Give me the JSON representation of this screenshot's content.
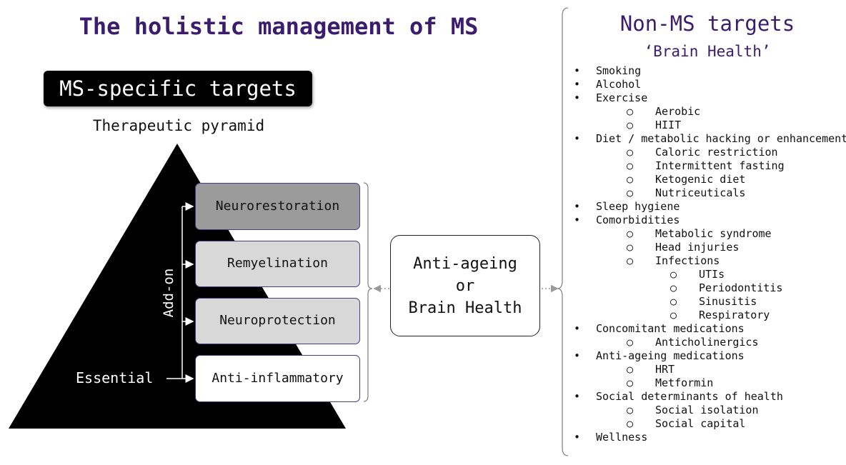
{
  "title": "The holistic management of MS",
  "ms_specific": {
    "label": "MS-specific targets",
    "pyramid_caption": "Therapeutic pyramid",
    "levels": [
      {
        "label": "Neurorestoration",
        "fill": "#9b9b9b"
      },
      {
        "label": "Remyelination",
        "fill": "#d8d8d8"
      },
      {
        "label": "Neuroprotection",
        "fill": "#d8d8d8"
      },
      {
        "label": "Anti-inflammatory",
        "fill": "#ffffff"
      }
    ],
    "add_on_label": "Add-on",
    "essential_label": "Essential"
  },
  "center_box": {
    "line1": "Anti-ageing",
    "line2": "or",
    "line3": "Brain Health"
  },
  "non_ms": {
    "title": "Non-MS targets",
    "subtitle": "‘Brain Health’",
    "items": [
      {
        "text": "Smoking",
        "level": 0
      },
      {
        "text": "Alcohol",
        "level": 0
      },
      {
        "text": "Exercise",
        "level": 0
      },
      {
        "text": "Aerobic",
        "level": 1
      },
      {
        "text": "HIIT",
        "level": 1
      },
      {
        "text": "Diet / metabolic hacking or enhancement",
        "level": 0
      },
      {
        "text": "Caloric restriction",
        "level": 1
      },
      {
        "text": "Intermittent fasting",
        "level": 1
      },
      {
        "text": "Ketogenic diet",
        "level": 1
      },
      {
        "text": "Nutriceuticals",
        "level": 1
      },
      {
        "text": "Sleep hygiene",
        "level": 0
      },
      {
        "text": "Comorbidities",
        "level": 0
      },
      {
        "text": "Metabolic syndrome",
        "level": 1
      },
      {
        "text": "Head injuries",
        "level": 1
      },
      {
        "text": "Infections",
        "level": 1
      },
      {
        "text": "UTIs",
        "level": 2
      },
      {
        "text": "Periodontitis",
        "level": 2
      },
      {
        "text": "Sinusitis",
        "level": 2
      },
      {
        "text": "Respiratory",
        "level": 2
      },
      {
        "text": "Concomitant medications",
        "level": 0
      },
      {
        "text": "Anticholinergics",
        "level": 1
      },
      {
        "text": "Anti-ageing medications",
        "level": 0
      },
      {
        "text": "HRT",
        "level": 1
      },
      {
        "text": "Metformin",
        "level": 1
      },
      {
        "text": "Social determinants of health",
        "level": 0
      },
      {
        "text": "Social isolation",
        "level": 1
      },
      {
        "text": "Social capital",
        "level": 1
      },
      {
        "text": "Wellness",
        "level": 0
      }
    ]
  },
  "colors": {
    "title": "#3b1c6e",
    "pyramid": "#000000",
    "box_border": "#4b3b7c"
  }
}
